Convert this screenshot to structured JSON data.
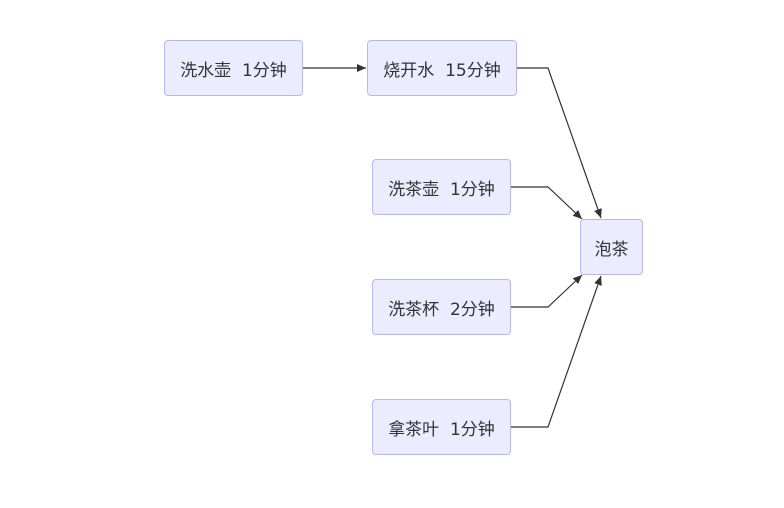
{
  "diagram": {
    "nodes": [
      {
        "id": "wash-kettle",
        "label": "洗水壶  1分钟"
      },
      {
        "id": "boil-water",
        "label": "烧开水  15分钟"
      },
      {
        "id": "wash-teapot",
        "label": "洗茶壶  1分钟"
      },
      {
        "id": "wash-cups",
        "label": "洗茶杯  2分钟"
      },
      {
        "id": "get-leaves",
        "label": "拿茶叶  1分钟"
      },
      {
        "id": "brew-tea",
        "label": "泡茶"
      }
    ],
    "edges": [
      {
        "from": "wash-kettle",
        "to": "boil-water"
      },
      {
        "from": "boil-water",
        "to": "brew-tea"
      },
      {
        "from": "wash-teapot",
        "to": "brew-tea"
      },
      {
        "from": "wash-cups",
        "to": "brew-tea"
      },
      {
        "from": "get-leaves",
        "to": "brew-tea"
      }
    ],
    "colors": {
      "node_fill": "#ececff",
      "node_border": "#b7b7f0",
      "node_text": "#333333",
      "edge": "#333333"
    }
  }
}
